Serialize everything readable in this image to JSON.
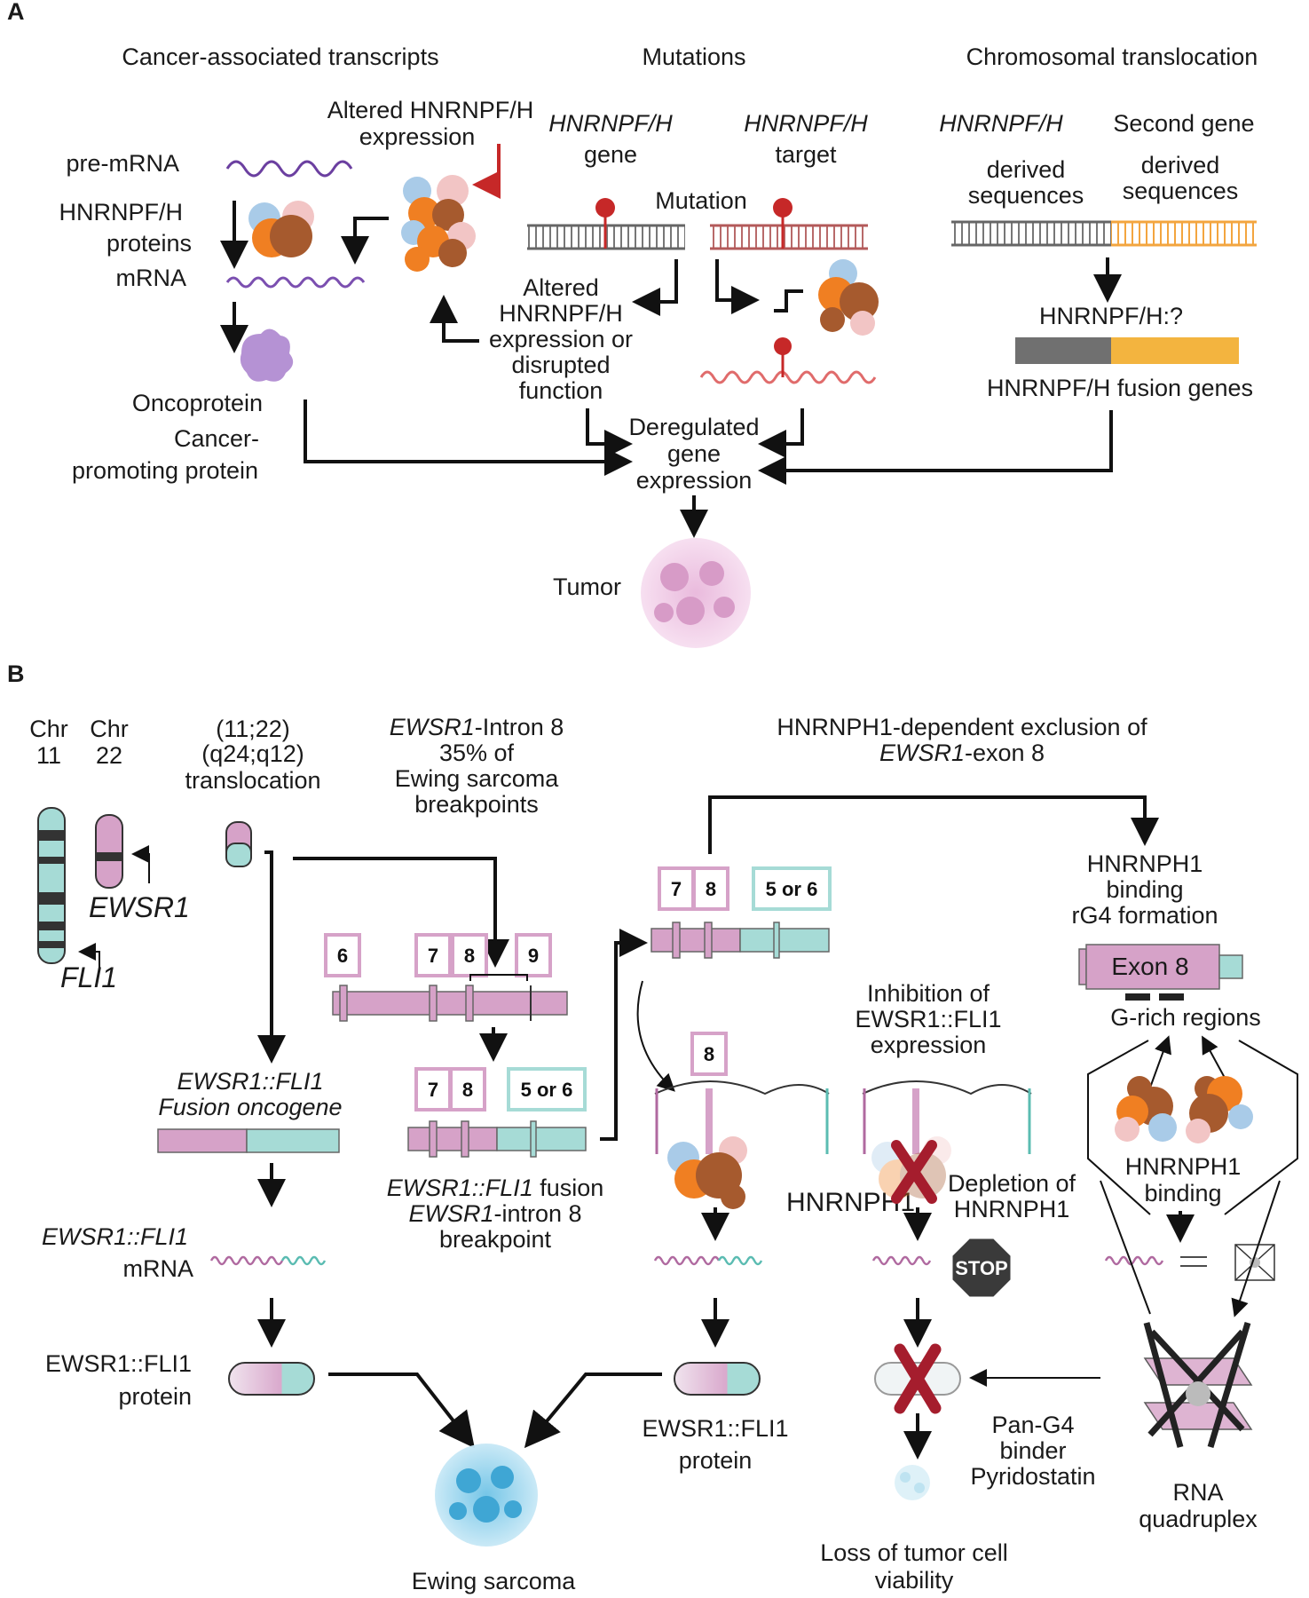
{
  "panelA": {
    "label": "A",
    "col1": {
      "title": "Cancer-associated transcripts",
      "pre_mrna": "pre-mRNA",
      "proteins_line1": "HNRNPF/H",
      "proteins_line2": "proteins",
      "mrna": "mRNA",
      "altered_line1": "Altered HNRNPF/H",
      "altered_line2": "expression",
      "oncoprotein": "Oncoprotein",
      "cancer_line1": "Cancer-",
      "cancer_line2": "promoting protein"
    },
    "col2": {
      "title": "Mutations",
      "gene_name": "HNRNPF/H",
      "gene_label": "gene",
      "target_name": "HNRNPF/H",
      "target_label": "target",
      "mutation": "Mutation",
      "effect_line1": "Altered",
      "effect_line2": "HNRNPF/H",
      "effect_line3": "expression or",
      "effect_line4": "disrupted",
      "effect_line5": "function"
    },
    "col3": {
      "title": "Chromosomal translocation",
      "left_name": "HNRNPF/H",
      "left_line1": "derived",
      "left_line2": "sequences",
      "right_name": "Second gene",
      "right_line1": "derived",
      "right_line2": "sequences",
      "fusion_label": "HNRNPF/H:?",
      "fusion_genes": "HNRNPF/H fusion genes"
    },
    "dereg_line1": "Deregulated",
    "dereg_line2": "gene",
    "dereg_line3": "expression",
    "tumor": "Tumor"
  },
  "panelB": {
    "label": "B",
    "chr11_line1": "Chr",
    "chr11_line2": "11",
    "chr22_line1": "Chr",
    "chr22_line2": "22",
    "ewsr1": "EWSR1",
    "fli1": "FLI1",
    "transloc_line1": "(11;22)",
    "transloc_line2": "(q24;q12)",
    "transloc_line3": "translocation",
    "intron_line1_it": "EWSR1",
    "intron_line1": "-Intron 8",
    "intron_line2": "35% of",
    "intron_line3": "Ewing sarcoma",
    "intron_line4": "breakpoints",
    "exclusion_line1": "HNRNPH1-dependent exclusion of",
    "exclusion_line2_it": "EWSR1",
    "exclusion_line2": "-exon 8",
    "fusion_onc_line1": "EWSR1::FLI1",
    "fusion_onc_line2": "Fusion oncogene",
    "mrna_line1": "EWSR1::FLI1",
    "mrna_line2": "mRNA",
    "protein_line1": "EWSR1::FLI1",
    "protein_line2": "protein",
    "exon_6": "6",
    "exon_7": "7",
    "exon_8": "8",
    "exon_9": "9",
    "exon_5or6": "5 or 6",
    "fusion_bp_line1_it": "EWSR1::FLI1",
    "fusion_bp_line1": " fusion",
    "fusion_bp_line2_it": "EWSR1",
    "fusion_bp_line2": "-intron 8",
    "fusion_bp_line3": "breakpoint",
    "hnrnph1": "HNRNPH1",
    "protein2_line1": "EWSR1::FLI1",
    "protein2_line2": "protein",
    "ewing": "Ewing sarcoma",
    "inhibition_line1": "Inhibition of",
    "inhibition_line2": "EWSR1::FLI1",
    "inhibition_line3": "expression",
    "depletion_line1": "Depletion of",
    "depletion_line2": "HNRNPH1",
    "stop": "STOP",
    "loss_line1": "Loss of tumor cell",
    "loss_line2": "viability",
    "binding_line1": "HNRNPH1",
    "binding_line2": "binding",
    "binding_line3": "rG4 formation",
    "exon8_box": "Exon 8",
    "grich": "G-rich regions",
    "hbind_line1": "HNRNPH1",
    "hbind_line2": "binding",
    "pan_line1": "Pan-G4",
    "pan_line2": "binder",
    "pan_line3": "Pyridostatin",
    "rna_line1": "RNA",
    "rna_line2": "quadruplex"
  },
  "colors": {
    "orange": "#f07f22",
    "brown": "#a65a2e",
    "blue_protein": "#a9cbe8",
    "pink_protein": "#f2c5c5",
    "purple": "#6b3fa0",
    "pink_chrom": "#d6a2c8",
    "teal": "#a6dbd6",
    "red": "#c62828",
    "grey_bar": "#707070",
    "yellow_bar": "#f3b43f"
  }
}
